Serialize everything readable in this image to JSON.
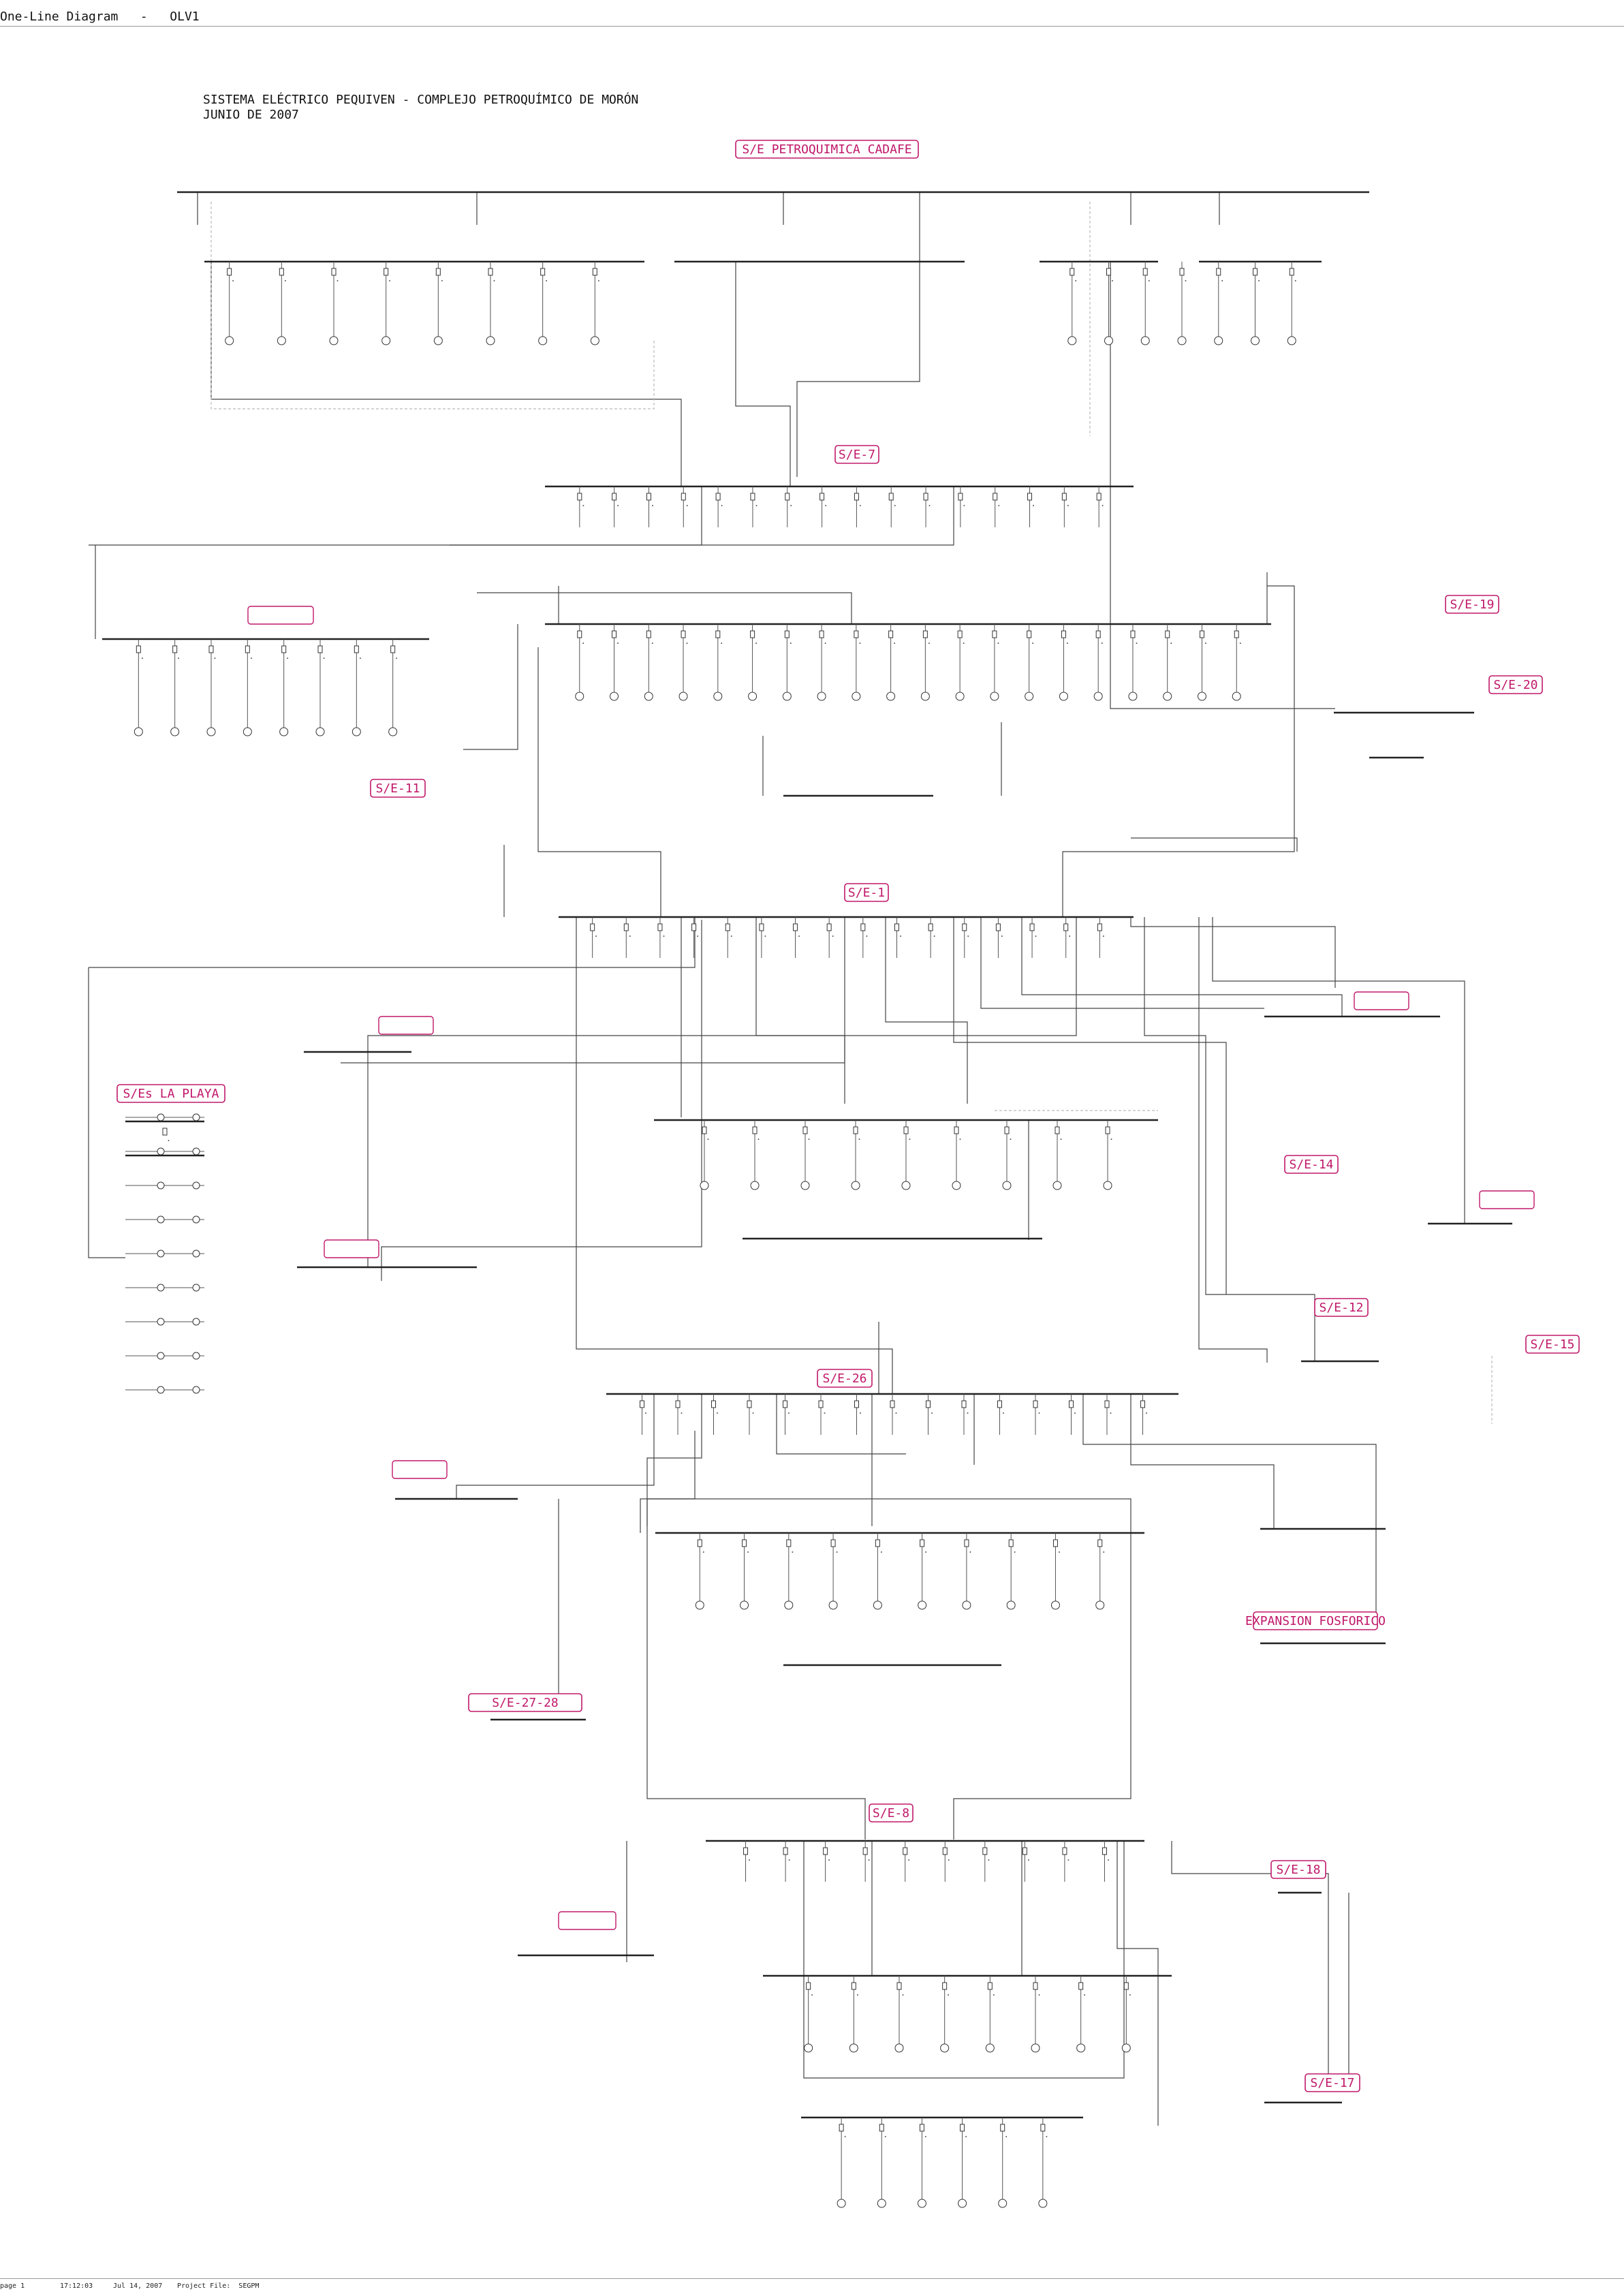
{
  "header": {
    "title": "One-Line Diagram",
    "separator": "-",
    "sheet": "OLV1"
  },
  "document": {
    "title_line1": "SISTEMA ELÉCTRICO PEQUIVEN - COMPLEJO PETROQUÍMICO DE MORÓN",
    "title_line2": "JUNIO DE 2007"
  },
  "substations": [
    "S/E PETROQUIMICA CADAFE",
    "S/E-7",
    "S/E-19",
    "S/E-20",
    "S/E-11",
    "S/E-1",
    "S/Es LA PLAYA",
    "S/E-14",
    "S/E-12",
    "S/E-15",
    "S/E-26",
    "EXPANSION FOSFORICO",
    "S/E-27-28",
    "S/E-8",
    "S/E-18",
    "S/E-17"
  ],
  "footer": {
    "page": "page 1",
    "time": "17:12:03",
    "date": "Jul 14, 2007",
    "project": "Project File:  SEGPM"
  },
  "colors": {
    "ink": "#333333",
    "label_border": "#c0186a",
    "label_text": "#8a1050",
    "annotation": "#2a2ad0",
    "faded": "#bbbbbb"
  }
}
